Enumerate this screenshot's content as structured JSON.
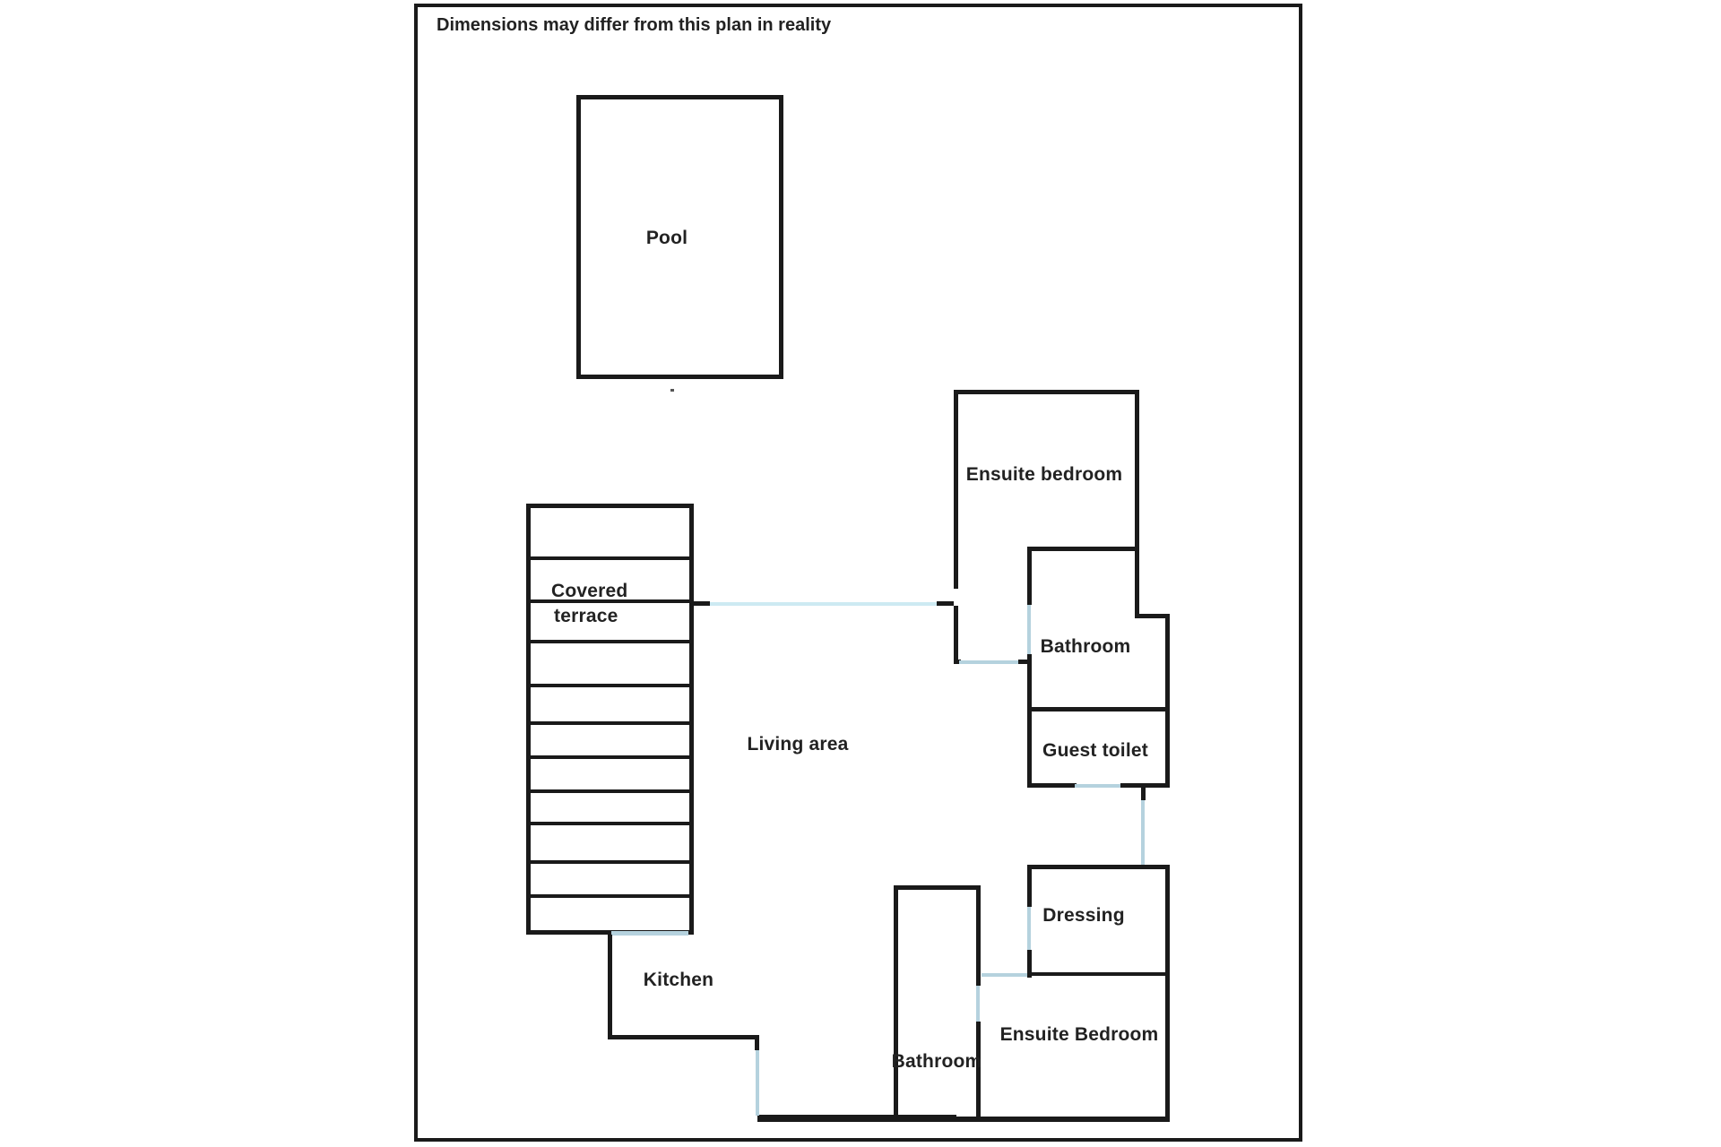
{
  "plan": {
    "disclaimer": "Dimensions may differ from this plan in reality",
    "labels": {
      "pool": "Pool",
      "covered_line1": "Covered",
      "covered_line2": "terrace",
      "living": "Living area",
      "kitchen": "Kitchen",
      "ensuite_bedroom_top": "Ensuite bedroom",
      "bathroom_top": "Bathroom",
      "guest_toilet": "Guest toilet",
      "dressing": "Dressing",
      "ensuite_bedroom_bottom": "Ensuite Bedroom",
      "bathroom_bottom": "Bathroom"
    },
    "colors": {
      "wall": "#1a1a1a",
      "door": "#b5d2de",
      "connector": "#cdeaf2",
      "background": "#ffffff",
      "text": "#222222"
    }
  }
}
